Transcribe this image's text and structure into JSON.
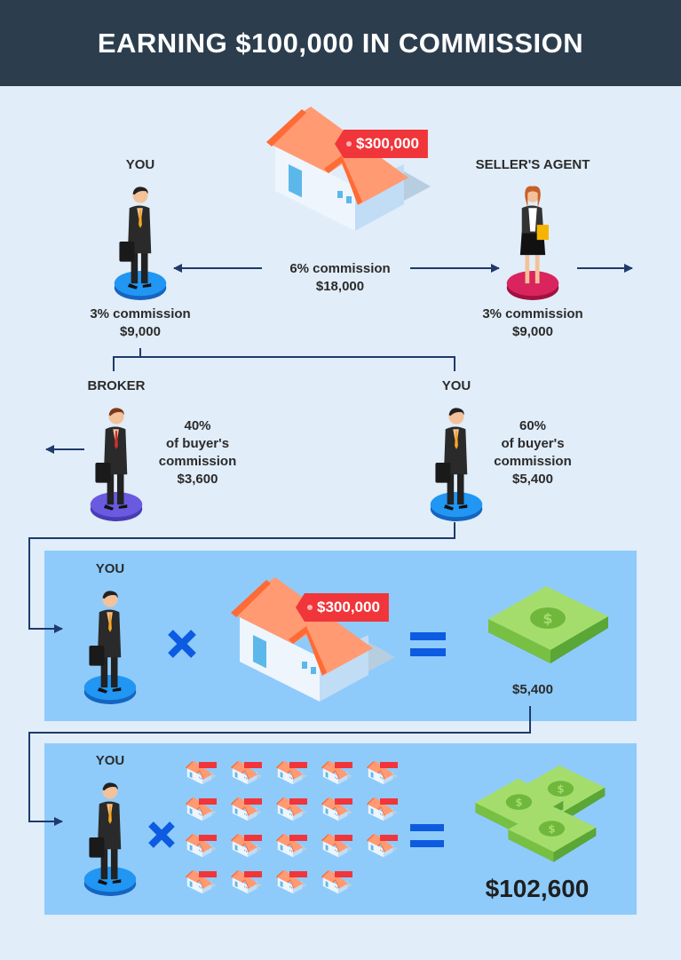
{
  "title": "EARNING $100,000 IN COMMISSION",
  "top": {
    "house_price": "$300,000",
    "you_label": "YOU",
    "seller_label": "SELLER'S AGENT",
    "total_pct": "6% commission",
    "total_amt": "$18,000",
    "you_pct": "3% commission",
    "you_amt": "$9,000",
    "seller_pct": "3% commission",
    "seller_amt": "$9,000"
  },
  "split": {
    "broker_label": "BROKER",
    "broker_pct": "40%",
    "broker_desc": "of buyer's",
    "broker_desc2": "commission",
    "broker_amt": "$3,600",
    "you_label": "YOU",
    "you_pct": "60%",
    "you_desc": "of buyer's",
    "you_desc2": "commission",
    "you_amt": "$5,400"
  },
  "panel1": {
    "you_label": "YOU",
    "house_price": "$300,000",
    "result": "$5,400"
  },
  "panel2": {
    "you_label": "YOU",
    "house_count": 19,
    "result": "$102,600"
  },
  "colors": {
    "header": "#2c3e4e",
    "background": "#e1edf8",
    "panel": "#8ecbfb",
    "arrow": "#1f3a6b",
    "operator": "#0d5be1",
    "price_tag": "#f0353b",
    "you_base": "#2196f3",
    "seller_base": "#d9245e",
    "broker_base": "#6a5ae0"
  }
}
